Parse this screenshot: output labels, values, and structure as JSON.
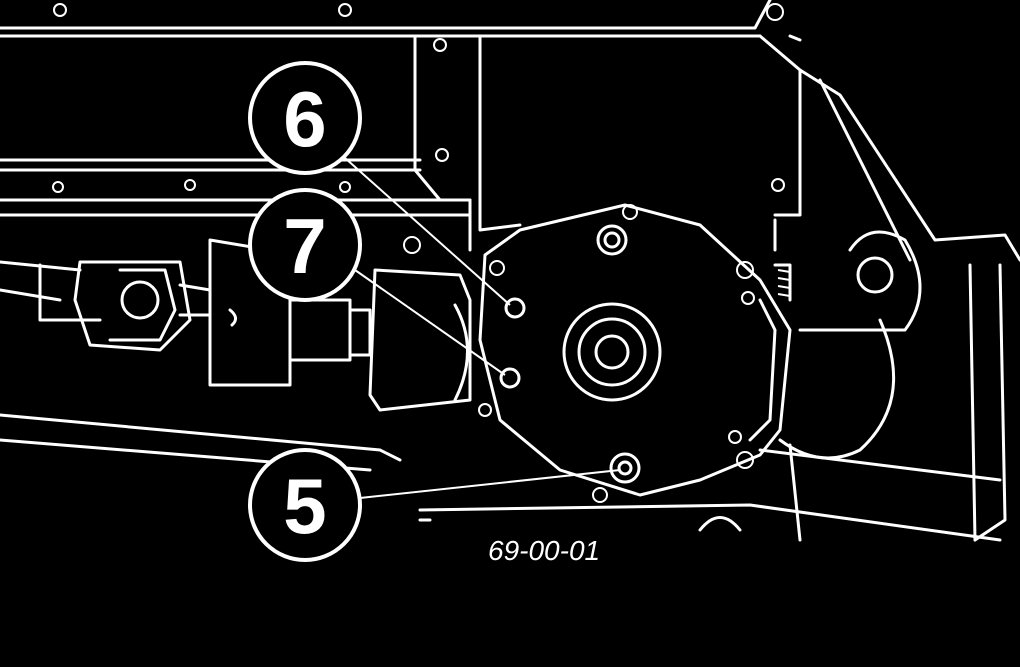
{
  "callouts": {
    "c6": "6",
    "c7": "7",
    "c5": "5"
  },
  "figure_id": "69-00-01",
  "colors": {
    "background": "#000000",
    "linework": "#ffffff"
  }
}
